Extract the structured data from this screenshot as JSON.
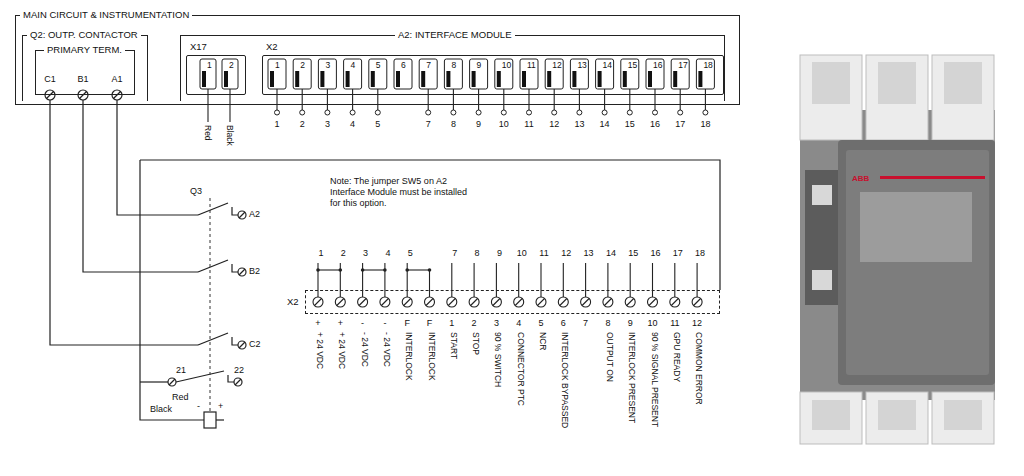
{
  "diagram": {
    "nodes": [
      {
        "text": [
          "MAIN CIRCUIT & INSTRUMENTATION"
        ]
      },
      {
        "text": [
          "Q2: OUTP. CONTACTOR"
        ],
        "in": 0
      },
      {
        "text": [
          "PRIMARY TERM."
        ],
        "in": 1
      },
      {
        "text": [
          "A2: INTERFACE MODULE"
        ],
        "in": 0
      },
      {
        "text": [
          "X17",
          "1",
          "2"
        ],
        "in": 3
      },
      {
        "text": [
          "X2",
          "1",
          "2",
          "3",
          "4",
          "5",
          "6",
          "7",
          "8",
          "9",
          "10",
          "11",
          "12",
          "13",
          "14",
          "15",
          "16",
          "17",
          "18"
        ],
        "in": 3
      },
      {
        "text": [
          "X2"
        ]
      }
    ],
    "labels": [
      "C1",
      "B1",
      "A1",
      "Red",
      "Black",
      "1",
      "2",
      "3",
      "4",
      "5",
      "7",
      "8",
      "9",
      "10",
      "11",
      "12",
      "13",
      "14",
      "15",
      "16",
      "17",
      "18",
      "Q3",
      "A2",
      "B2",
      "C2",
      "Note: The jumper SW5 on A2 Interface Module must be installed for this option.",
      "21",
      "22",
      "Red",
      "Black",
      "-",
      "+",
      "1",
      "2",
      "3",
      "4",
      "5",
      "7",
      "8",
      "9",
      "10",
      "11",
      "12",
      "13",
      "14",
      "15",
      "16",
      "17",
      "18",
      "+",
      "+",
      "-",
      "-",
      "F",
      "F",
      "1",
      "2",
      "3",
      "4",
      "5",
      "6",
      "7",
      "8",
      "9",
      "10",
      "11",
      "12",
      "+ 24 VDC",
      "+ 24 VDC",
      "- 24 VDC",
      "- 24 VDC",
      "INTERLOCK",
      "INTERLOCK",
      "START",
      "STOP",
      "90 % SWITCH",
      "CONNECTOR PTC",
      "NCR",
      "INTERLOCK BYPASSED",
      "OUTPUT ON",
      "INTERLOCK PRESENT",
      "90 % SIGNAL PRESENT",
      "GPU READY",
      "COMMON ERROR",
      "ABB"
    ]
  }
}
